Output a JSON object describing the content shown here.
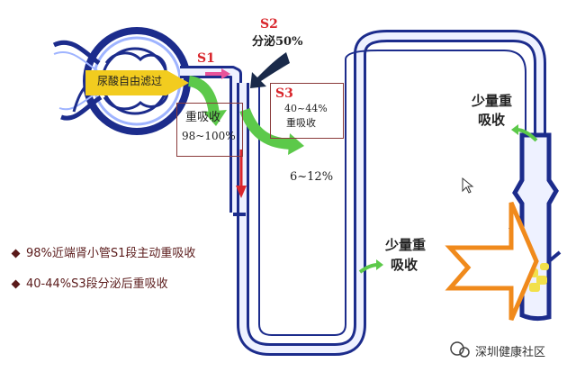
{
  "labels": {
    "glomerulus_filtration": "尿酸自由滤过",
    "s1": "S1",
    "s2": "S2",
    "s2_secretion": "分泌50%",
    "s3": "S3",
    "s3_range": "40~44%",
    "s3_reabsorb": "重吸收",
    "box1_title": "重吸收",
    "box1_value": "98~100%",
    "mid_value": "6~12%",
    "small_reabsorb_line1": "少量重",
    "small_reabsorb_line2": "吸收"
  },
  "notes": [
    "98%近端肾小管S1段主动重吸收",
    "40-44%S3段分泌后重吸收"
  ],
  "watermark": "深圳健康社区",
  "colors": {
    "tubule": "#1c2c8c",
    "tubule_fill": "#eef1ff",
    "accent_red": "#d9262c",
    "green_arrow": "#5cc94a",
    "yellow": "#f2cc1f",
    "orange": "#f08a1c",
    "box_border": "#8a3a3a"
  }
}
